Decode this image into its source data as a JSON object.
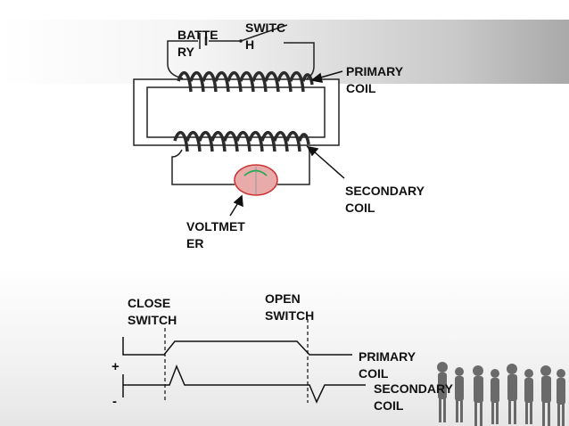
{
  "diagram": {
    "battery_label": "BATTE\nRY",
    "switch_label": "SWITC\nH",
    "primary_coil_label": "PRIMARY\nCOIL",
    "secondary_coil_label": "SECONDARY\nCOIL",
    "voltmeter_label": "VOLTMET\nER"
  },
  "graph": {
    "close_switch_label": "CLOSE\nSWITCH",
    "open_switch_label": "OPEN\nSWITCH",
    "primary_coil_label": "PRIMARY\nCOIL",
    "secondary_coil_label": "SECONDARY\nCOIL",
    "plus_sign": "+",
    "minus_sign": "-"
  },
  "colors": {
    "wire": "#222222",
    "coil": "#2b2b2b",
    "voltmeter_fill": "#e9aaaa",
    "voltmeter_rim": "#cc3333",
    "needle": "#22aa55"
  }
}
